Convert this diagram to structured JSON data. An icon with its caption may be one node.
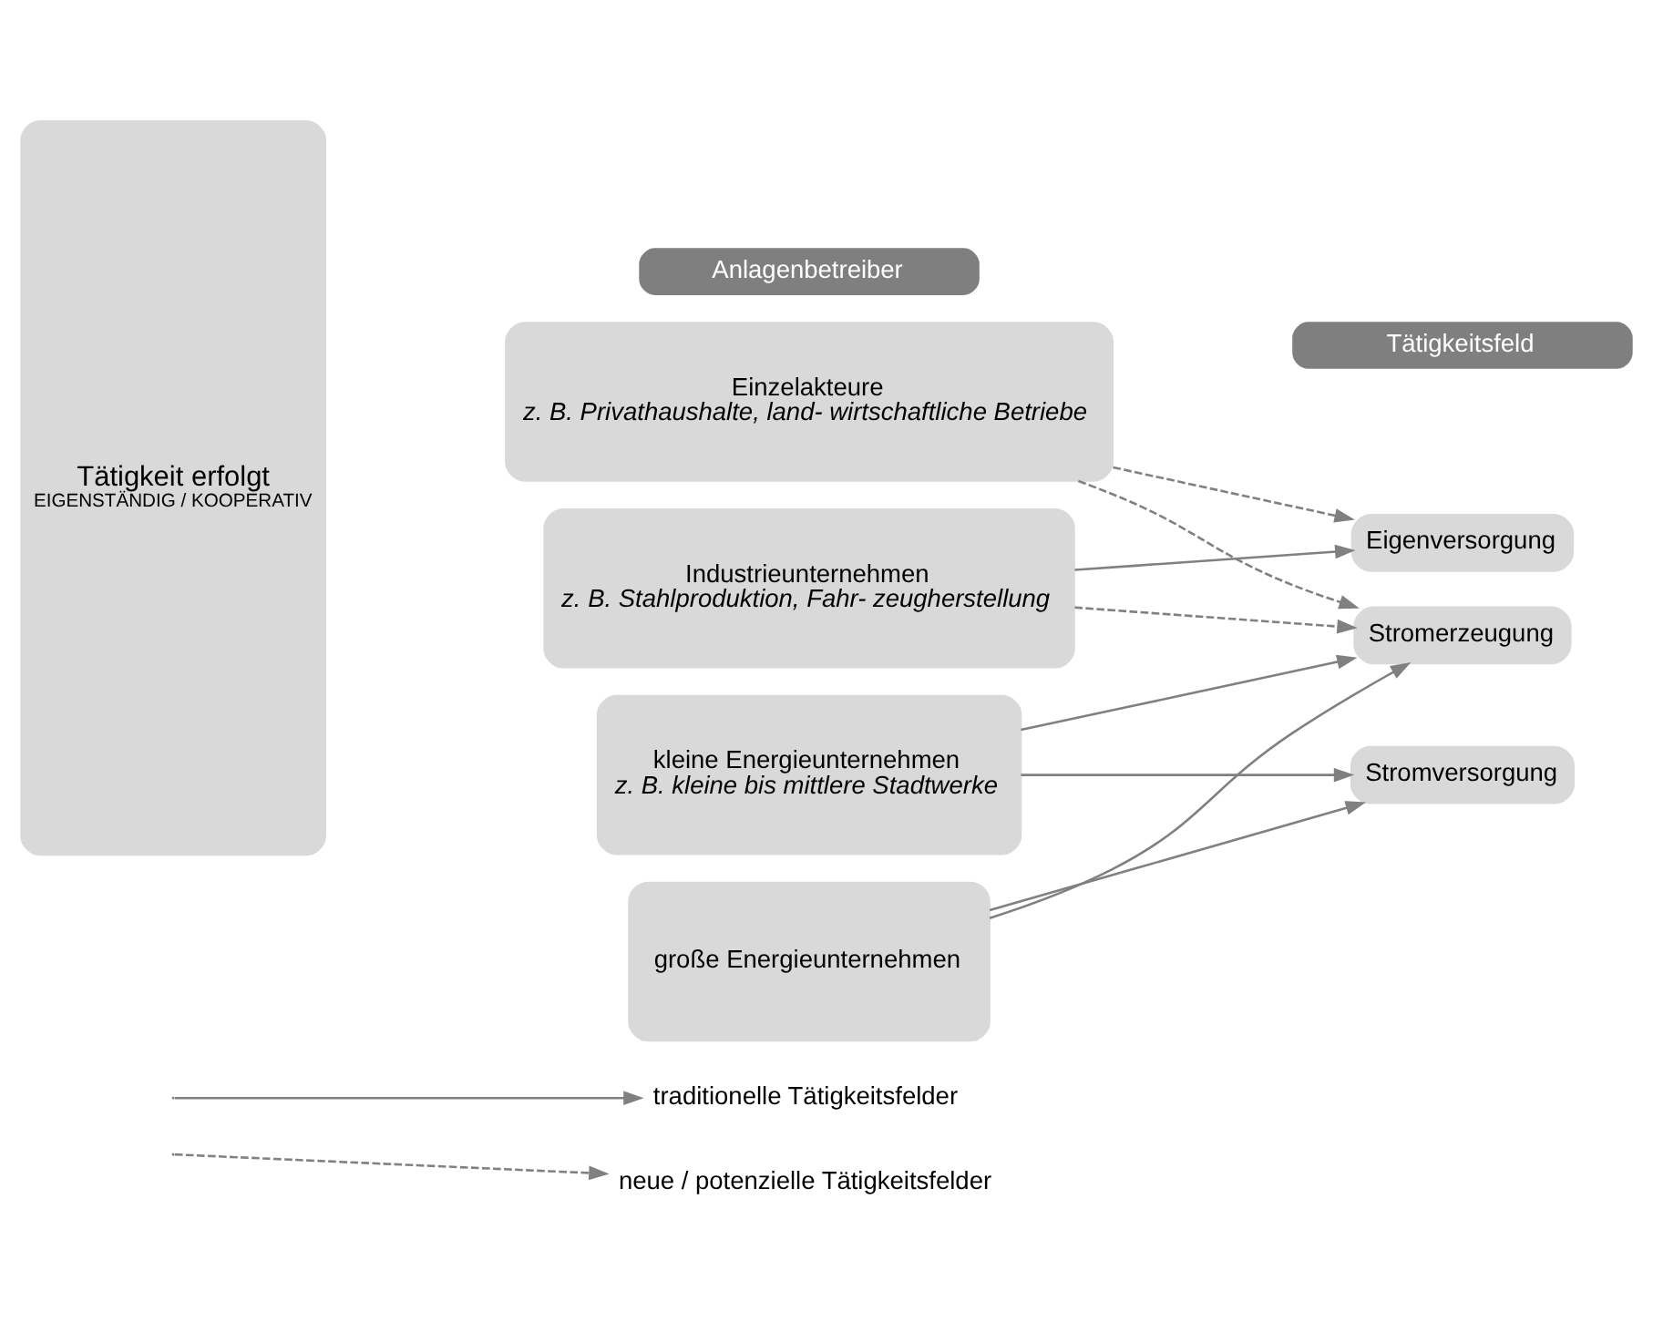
{
  "diagram": {
    "nodes": [
      {
        "text": [
          "Anlagenbetreiber"
        ]
      },
      {
        "text": [
          "Tätigkeitsfeld"
        ]
      },
      {
        "text": [
          "Tätigkeit erfolgt",
          "EIGENSTÄNDIG / KOOPERATIV"
        ]
      },
      {
        "text": [
          "Einzelakteure",
          "z. B. Privathaushalte, land- wirtschaftliche Betriebe"
        ]
      },
      {
        "text": [
          "Industrieunternehmen",
          "z. B. Stahlproduktion, Fahr- zeugherstellung"
        ]
      },
      {
        "text": [
          "kleine Energieunternehmen",
          "z. B. kleine bis mittlere Stadtwerke"
        ]
      },
      {
        "text": [
          "große Energieunternehmen"
        ]
      },
      {
        "text": [
          "Eigenversorgung"
        ]
      },
      {
        "text": [
          "Stromerzeugung"
        ]
      },
      {
        "text": [
          "Stromversorgung"
        ]
      }
    ],
    "edges": [
      {
        "from": 3,
        "to": 7,
        "arrow": "to",
        "style": "dashed"
      },
      {
        "from": 3,
        "to": 8,
        "arrow": "to",
        "style": "dashed"
      },
      {
        "from": 4,
        "to": 7,
        "arrow": "to"
      },
      {
        "from": 4,
        "to": 8,
        "arrow": "to",
        "style": "dashed"
      },
      {
        "from": 5,
        "to": 8,
        "arrow": "to"
      },
      {
        "from": 5,
        "to": 9,
        "arrow": "to"
      },
      {
        "from": 6,
        "to": 8,
        "arrow": "to"
      },
      {
        "from": 6,
        "to": 9,
        "arrow": "to"
      }
    ],
    "legend": [
      {
        "text": "traditionelle Tätigkeitsfelder"
      },
      {
        "text": "neue / potenzielle Tätigkeitsfelder"
      }
    ]
  }
}
